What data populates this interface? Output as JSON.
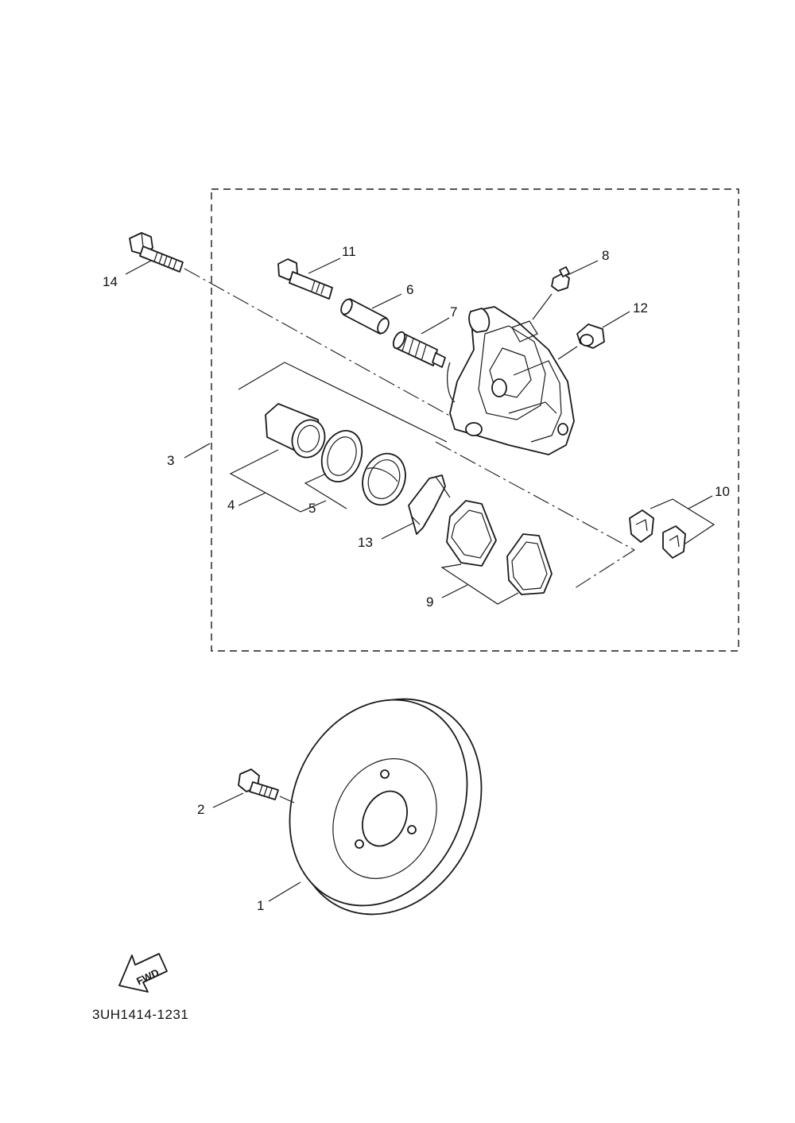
{
  "diagram": {
    "part_code": "3UH1414-1231",
    "fwd_label": "FWD",
    "labels": {
      "p1": "1",
      "p2": "2",
      "p3": "3",
      "p4": "4",
      "p5": "5",
      "p6": "6",
      "p7": "7",
      "p8": "8",
      "p9": "9",
      "p10": "10",
      "p11": "11",
      "p12": "12",
      "p13": "13",
      "p14": "14"
    }
  }
}
